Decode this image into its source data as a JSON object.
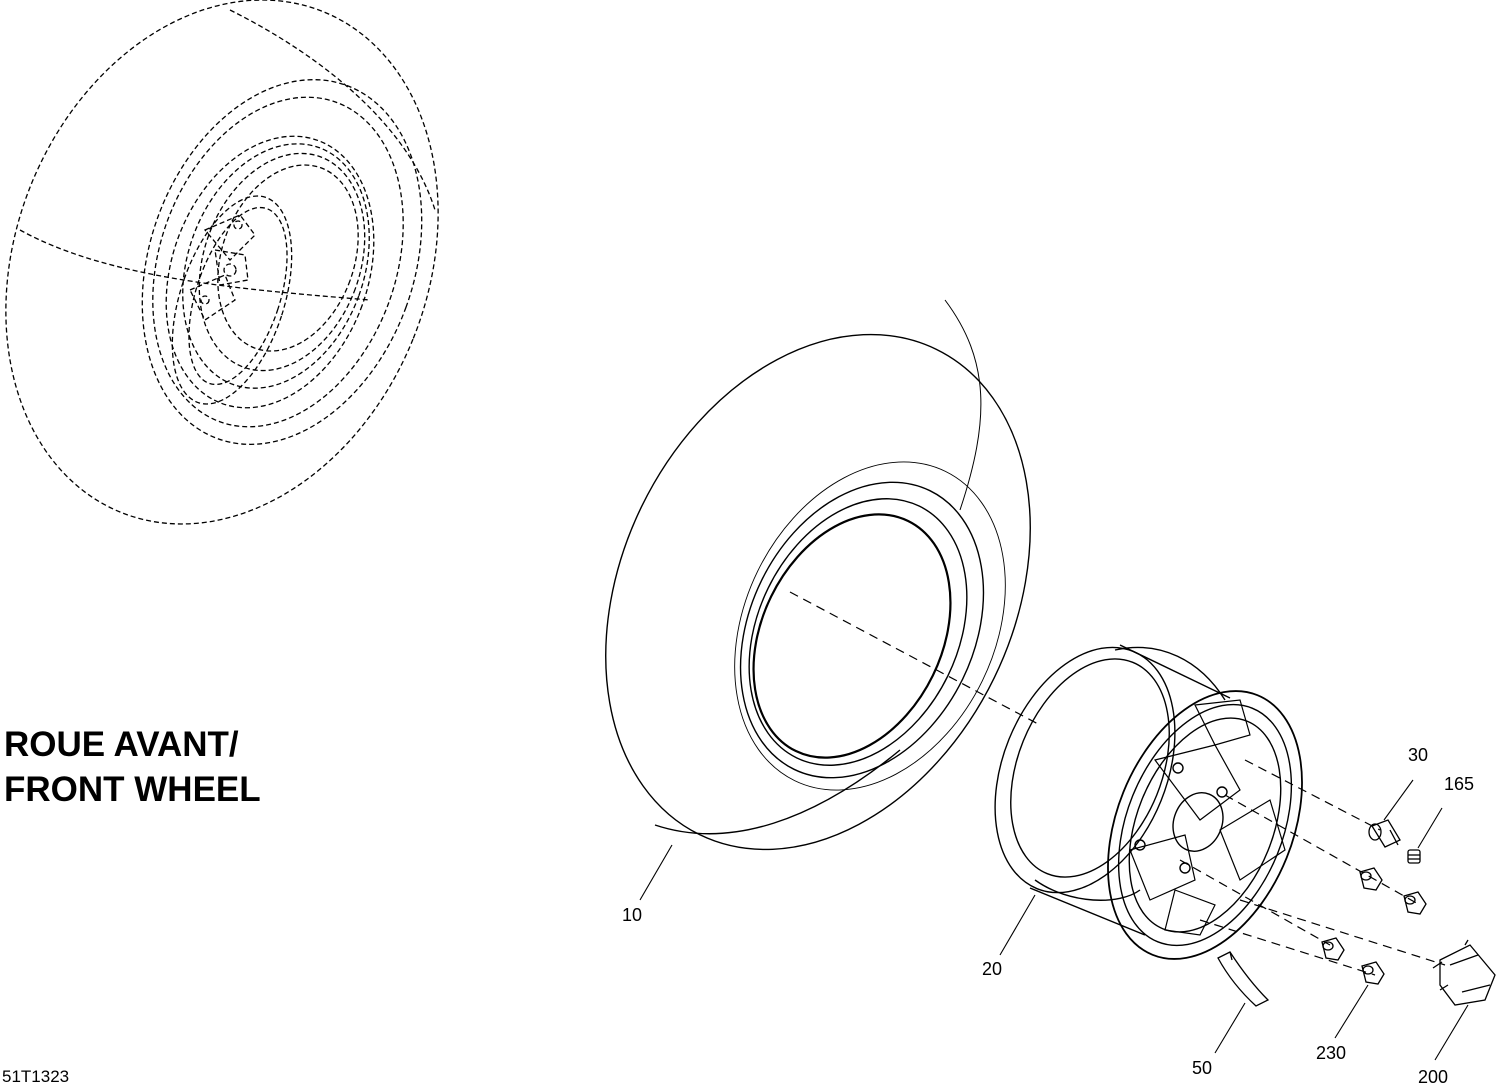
{
  "title": {
    "line1": "ROUE AVANT/",
    "line2": "FRONT WHEEL"
  },
  "reference_code": "51T1323",
  "callouts": {
    "tire": "10",
    "rim": "20",
    "valve": "30",
    "cap": "165",
    "weight": "50",
    "nut": "230",
    "hub_cap": "200"
  }
}
